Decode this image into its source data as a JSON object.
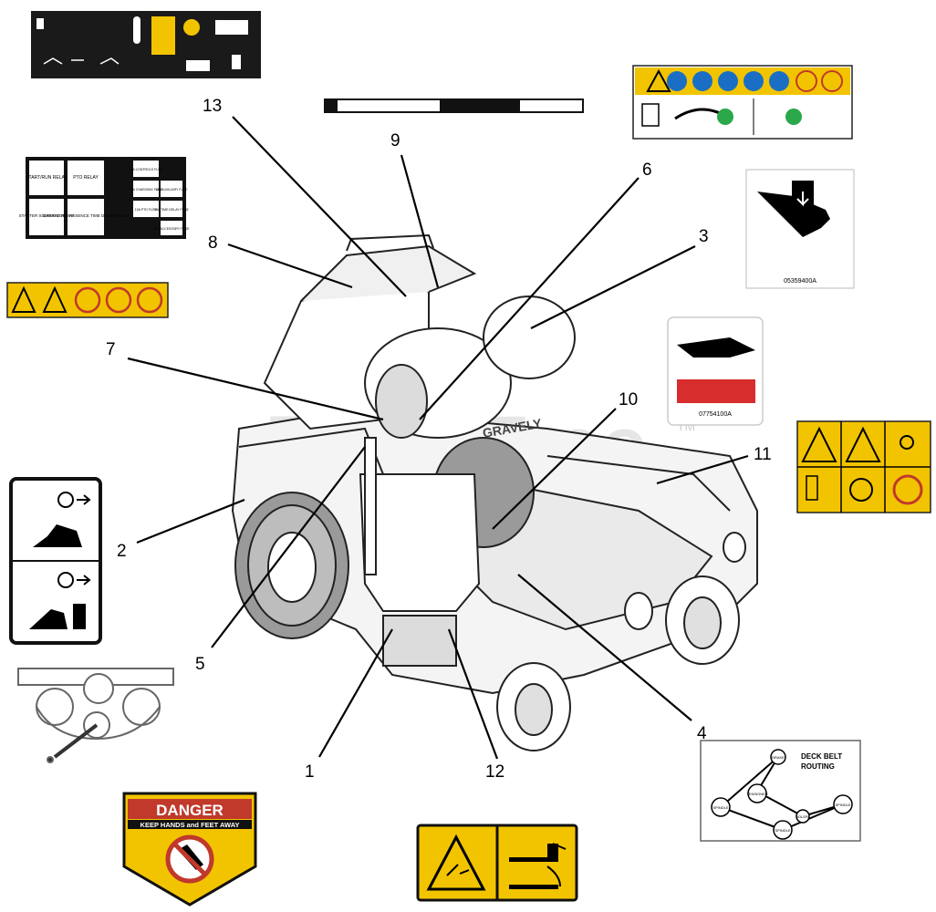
{
  "watermark": "PartsTree",
  "callouts": [
    "1",
    "2",
    "3",
    "4",
    "5",
    "6",
    "7",
    "8",
    "9",
    "10",
    "11",
    "12",
    "13"
  ],
  "relay_decal": {
    "cells": [
      "START/RUN RELAY",
      "PTO RELAY",
      "STARTER SOLENOID RELAY",
      "OPERATOR PRESENCE TIME DELAY RELAY"
    ],
    "fuses": [
      "15A CONTROLS FUSE",
      "20A CHARGING FUSE",
      "15A AUXILIARY FUSE",
      "10A PTO FUSE",
      "15A TIME DELAY FUSE",
      "15A ACCESSORY FUSE"
    ]
  },
  "decal_codes": {
    "pinch": "05359400A",
    "hot": "07754100A"
  },
  "trademark": "TM",
  "danger_decal": {
    "title": "DANGER",
    "subtitle": "KEEP HANDS and FEET AWAY"
  },
  "belt_decal": {
    "title": "DECK BELT",
    "subtitle": "ROUTING",
    "parts": [
      "BRAKE",
      "TENSIONER",
      "SPINDLE",
      "IDLER",
      "SPINDLE",
      "SPINDLE"
    ]
  },
  "machine_brand": "GRAVELY"
}
